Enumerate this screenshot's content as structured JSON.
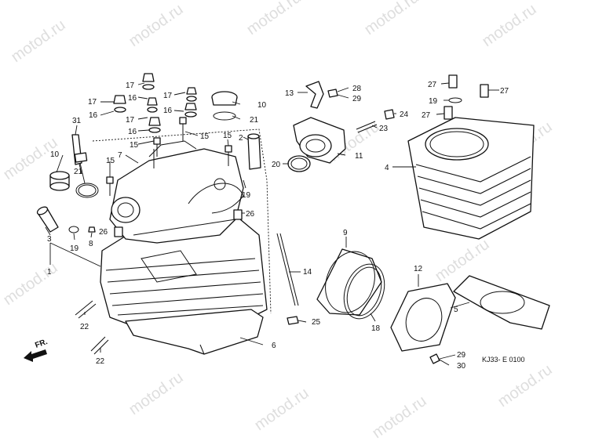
{
  "watermark": "motod.ru",
  "diagram_code": "KJ33- E 0100",
  "direction_label": "FR.",
  "callouts": [
    {
      "id": "c1",
      "label": "1"
    },
    {
      "id": "c2",
      "label": "2"
    },
    {
      "id": "c3",
      "label": "3"
    },
    {
      "id": "c4",
      "label": "4"
    },
    {
      "id": "c5",
      "label": "5"
    },
    {
      "id": "c6",
      "label": "6"
    },
    {
      "id": "c7",
      "label": "7"
    },
    {
      "id": "c8",
      "label": "8"
    },
    {
      "id": "c9",
      "label": "9"
    },
    {
      "id": "c10a",
      "label": "10"
    },
    {
      "id": "c10b",
      "label": "10"
    },
    {
      "id": "c11",
      "label": "11"
    },
    {
      "id": "c12",
      "label": "12"
    },
    {
      "id": "c13",
      "label": "13"
    },
    {
      "id": "c14",
      "label": "14"
    },
    {
      "id": "c15a",
      "label": "15"
    },
    {
      "id": "c15b",
      "label": "15"
    },
    {
      "id": "c15c",
      "label": "15"
    },
    {
      "id": "c15d",
      "label": "15"
    },
    {
      "id": "c16a",
      "label": "16"
    },
    {
      "id": "c16b",
      "label": "16"
    },
    {
      "id": "c16c",
      "label": "16"
    },
    {
      "id": "c16d",
      "label": "16"
    },
    {
      "id": "c17a",
      "label": "17"
    },
    {
      "id": "c17b",
      "label": "17"
    },
    {
      "id": "c17c",
      "label": "17"
    },
    {
      "id": "c17d",
      "label": "17"
    },
    {
      "id": "c18",
      "label": "18"
    },
    {
      "id": "c19a",
      "label": "19"
    },
    {
      "id": "c19b",
      "label": "19"
    },
    {
      "id": "c19c",
      "label": "19"
    },
    {
      "id": "c20",
      "label": "20"
    },
    {
      "id": "c21a",
      "label": "21"
    },
    {
      "id": "c21b",
      "label": "21"
    },
    {
      "id": "c22a",
      "label": "22"
    },
    {
      "id": "c22b",
      "label": "22"
    },
    {
      "id": "c23",
      "label": "23"
    },
    {
      "id": "c24",
      "label": "24"
    },
    {
      "id": "c25",
      "label": "25"
    },
    {
      "id": "c26a",
      "label": "26"
    },
    {
      "id": "c26b",
      "label": "26"
    },
    {
      "id": "c27a",
      "label": "27"
    },
    {
      "id": "c27b",
      "label": "27"
    },
    {
      "id": "c27c",
      "label": "27"
    },
    {
      "id": "c28",
      "label": "28"
    },
    {
      "id": "c29a",
      "label": "29"
    },
    {
      "id": "c29b",
      "label": "29"
    },
    {
      "id": "c30",
      "label": "30"
    },
    {
      "id": "c31",
      "label": "31"
    }
  ]
}
